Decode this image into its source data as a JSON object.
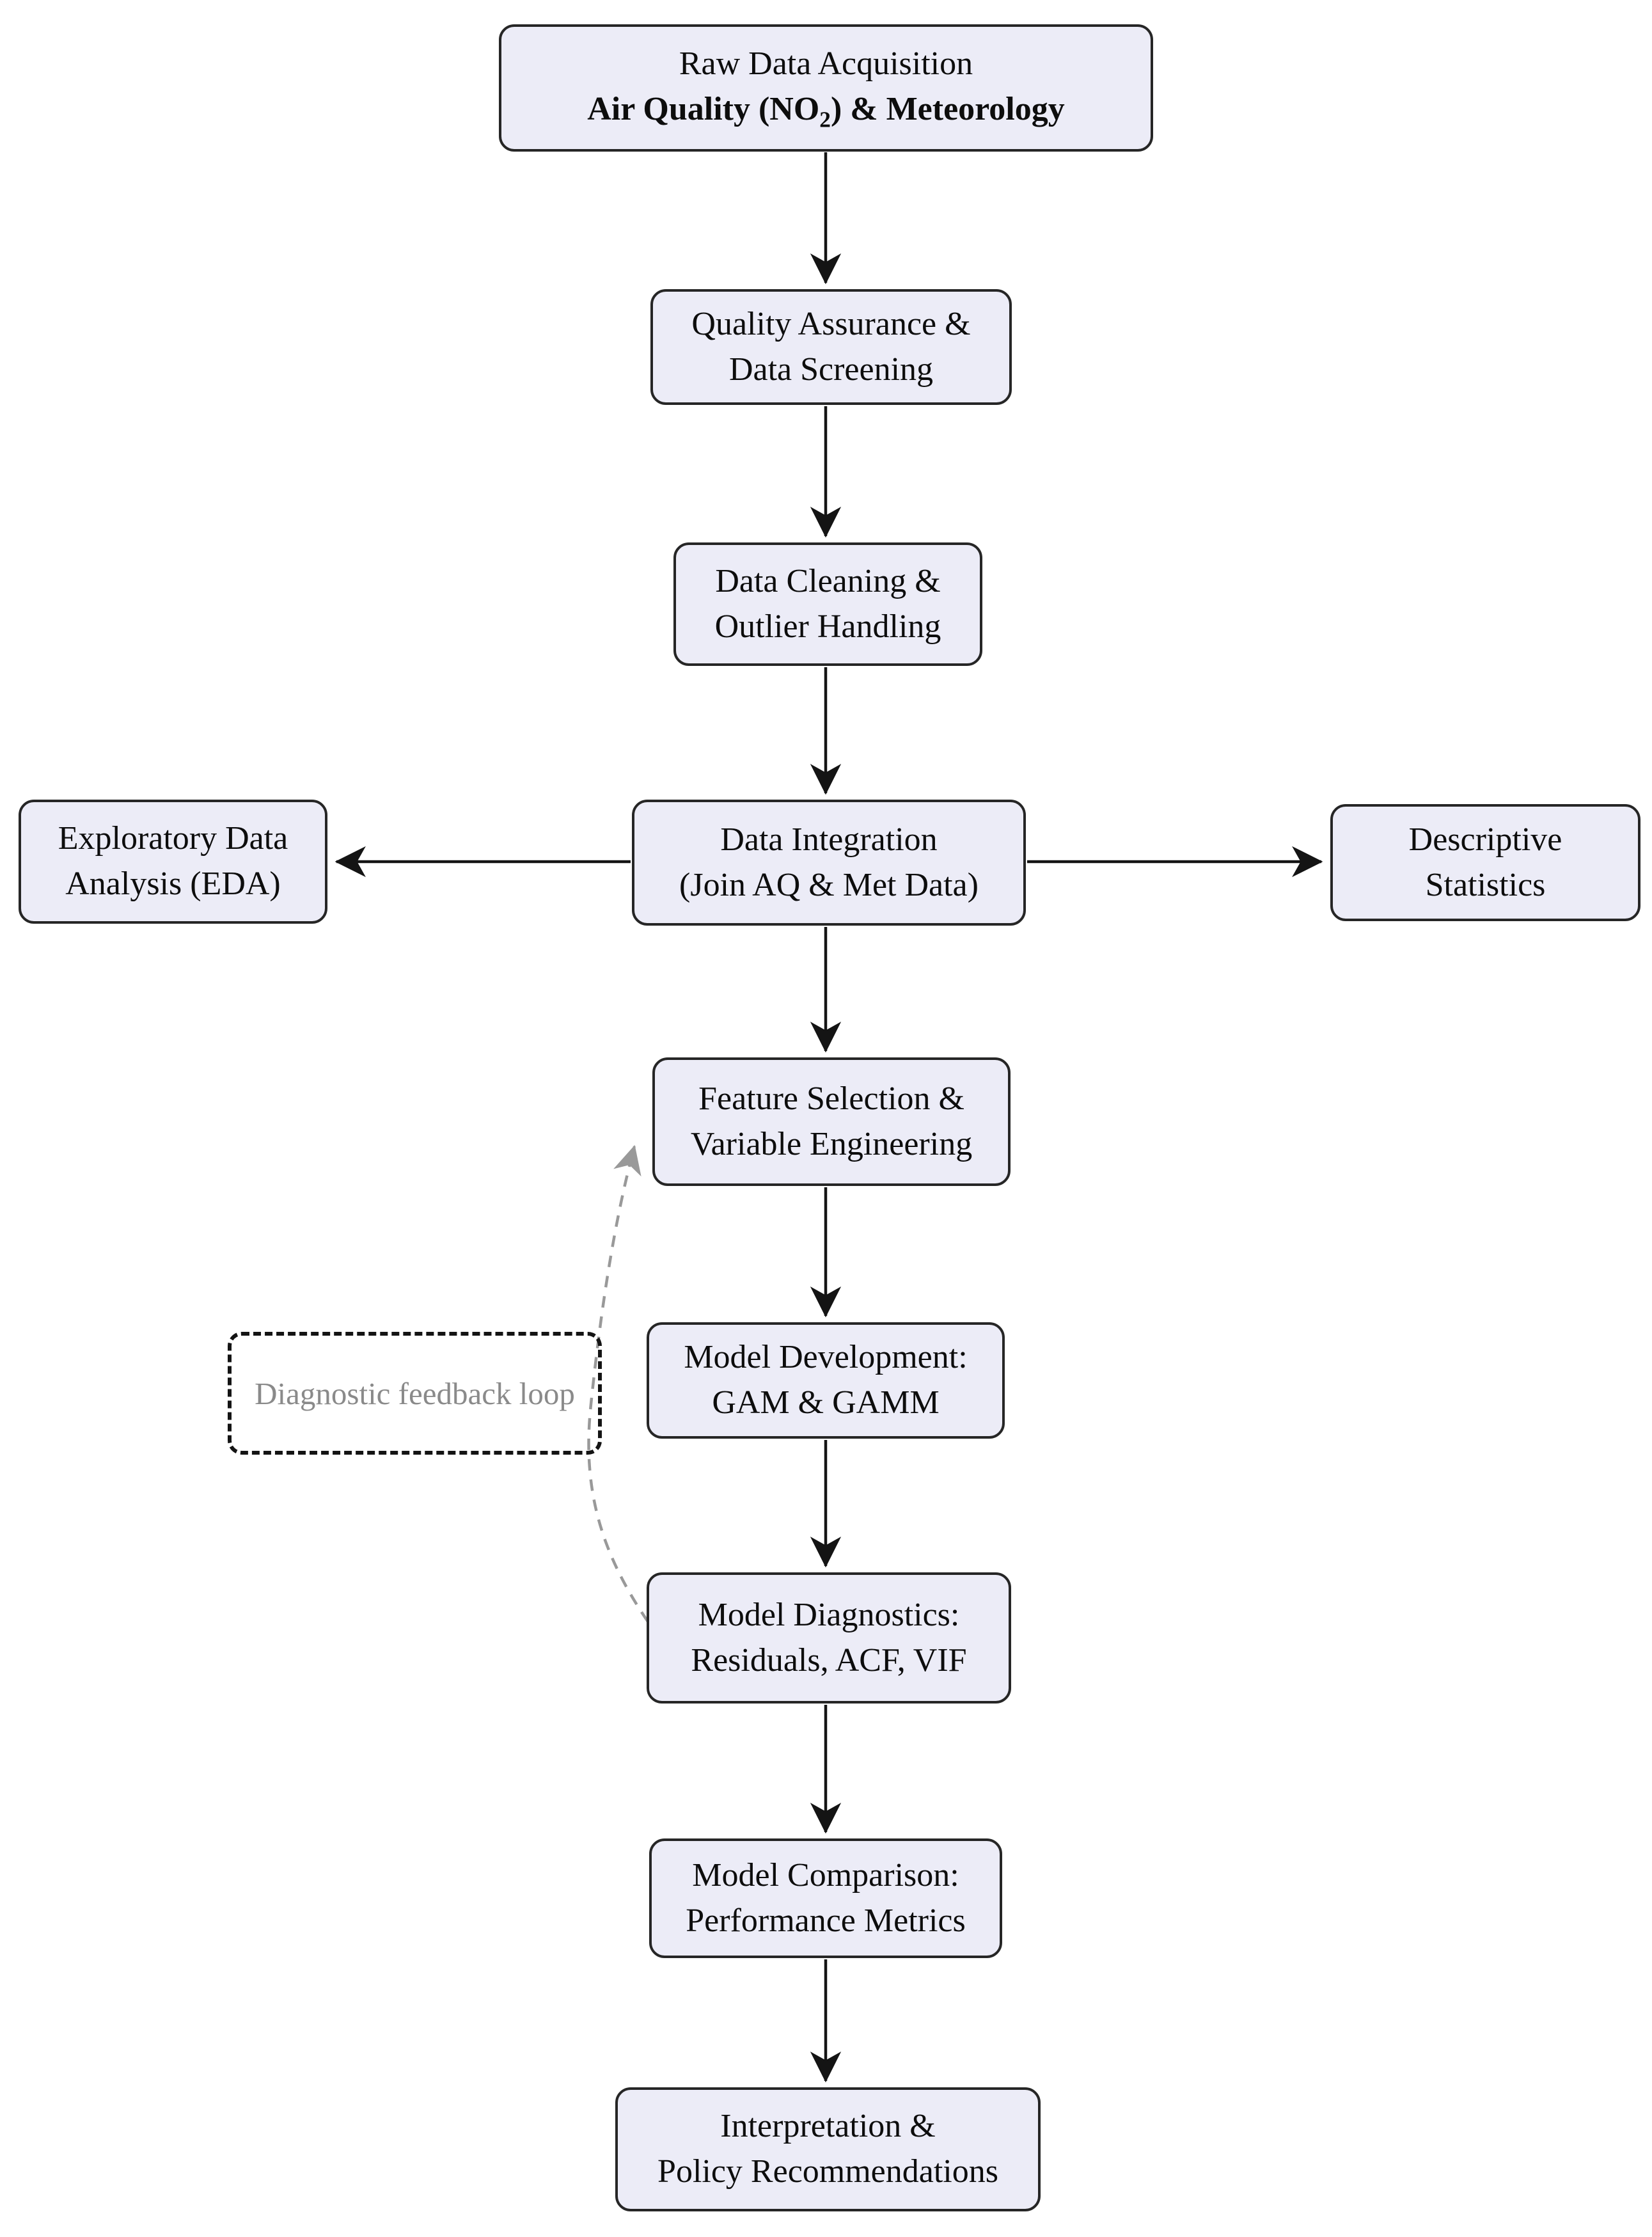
{
  "diagram": {
    "type": "flowchart",
    "colors": {
      "node_fill": "#ececf7",
      "node_border": "#262626",
      "arrow": "#141414",
      "feedback_arrow": "#999999",
      "feedback_text": "#8a8a8a"
    },
    "nodes": {
      "raw": {
        "line1": "Raw Data Acquisition",
        "line2_pre": "Air Quality (NO",
        "line2_sub": "2",
        "line2_post": ") & Meteorology"
      },
      "qa": {
        "line1": "Quality Assurance &",
        "line2": "Data Screening"
      },
      "clean": {
        "line1": "Data Cleaning &",
        "line2": "Outlier Handling"
      },
      "integration": {
        "line1": "Data Integration",
        "line2": "(Join AQ & Met Data)"
      },
      "eda": {
        "line1": "Exploratory Data",
        "line2": "Analysis (EDA)"
      },
      "stats": {
        "line1": "Descriptive",
        "line2": "Statistics"
      },
      "feature": {
        "line1": "Feature Selection &",
        "line2": "Variable Engineering"
      },
      "model_dev": {
        "line1": "Model Development:",
        "line2": "GAM & GAMM"
      },
      "diagnostics": {
        "line1": "Model Diagnostics:",
        "line2": "Residuals, ACF, VIF"
      },
      "comparison": {
        "line1": "Model Comparison:",
        "line2": "Performance Metrics"
      },
      "interpretation": {
        "line1": "Interpretation &",
        "line2": "Policy Recommendations"
      }
    },
    "feedback": {
      "label": "Diagnostic feedback loop"
    },
    "edges": [
      {
        "from": "raw",
        "to": "qa",
        "style": "solid"
      },
      {
        "from": "qa",
        "to": "clean",
        "style": "solid"
      },
      {
        "from": "clean",
        "to": "integration",
        "style": "solid"
      },
      {
        "from": "integration",
        "to": "eda",
        "style": "solid"
      },
      {
        "from": "integration",
        "to": "stats",
        "style": "solid"
      },
      {
        "from": "integration",
        "to": "feature",
        "style": "solid"
      },
      {
        "from": "feature",
        "to": "model_dev",
        "style": "solid"
      },
      {
        "from": "model_dev",
        "to": "diagnostics",
        "style": "solid"
      },
      {
        "from": "diagnostics",
        "to": "comparison",
        "style": "solid"
      },
      {
        "from": "comparison",
        "to": "interpretation",
        "style": "solid"
      },
      {
        "from": "diagnostics",
        "to": "feature",
        "style": "dashed",
        "label": "Diagnostic feedback loop"
      }
    ]
  }
}
